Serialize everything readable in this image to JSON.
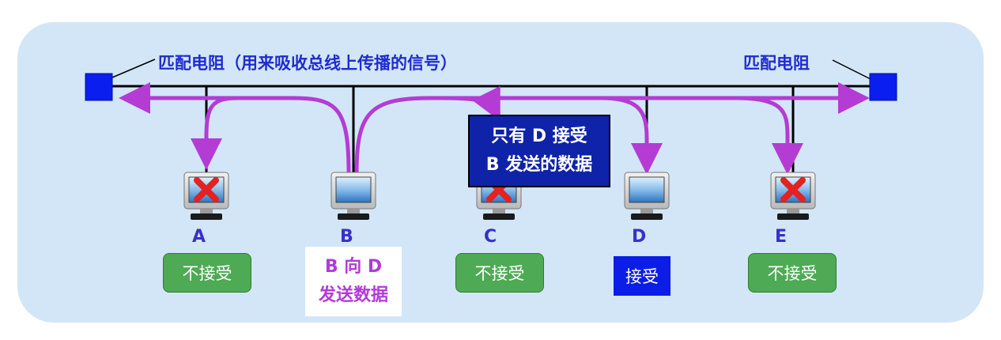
{
  "colors": {
    "panel": "#d2e6f7",
    "bus": "#000000",
    "terminator": "#0a1ef0",
    "signal": "#b43cd4",
    "cross": "#e32222",
    "reject_box": "#4eaa54",
    "accept_box": "#0b1de6",
    "callout_box": "#0f23a8"
  },
  "labels": {
    "left_terminator": "匹配电阻（用来吸收总线上传播的信号）",
    "right_terminator": "匹配电阻"
  },
  "callout": {
    "line1": "只有 D 接受",
    "line2": "B 发送的数据"
  },
  "sender_note": {
    "line1": "B 向 D",
    "line2": "发送数据"
  },
  "stations": [
    {
      "name": "A",
      "status": "不接受",
      "crossed": true
    },
    {
      "name": "B",
      "status": "",
      "crossed": false
    },
    {
      "name": "C",
      "status": "不接受",
      "crossed": true
    },
    {
      "name": "D",
      "status": "接受",
      "crossed": false
    },
    {
      "name": "E",
      "status": "不接受",
      "crossed": true
    }
  ],
  "icons": {
    "terminator": "square-terminator-icon",
    "station": "computer-monitor-icon",
    "rejected": "red-x-icon",
    "signal": "signal-arrow-icon"
  }
}
